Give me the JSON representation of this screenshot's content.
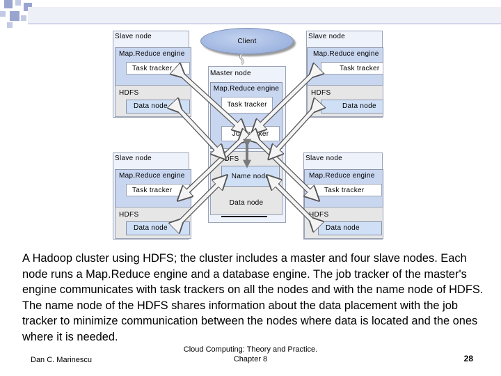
{
  "slide": {
    "page_number": "28"
  },
  "diagram": {
    "client_label": "Client",
    "master": {
      "title": "Master node",
      "engine": "Map.Reduce engine",
      "task_tracker": "Task tracker",
      "job_tracker": "Job tracker",
      "hdfs": "HDFS",
      "name_node": "Name node",
      "data_node": "Data node"
    },
    "slaves": [
      {
        "title": "Slave node",
        "engine": "Map.Reduce engine",
        "task_tracker": "Task tracker",
        "hdfs": "HDFS",
        "data_node": "Data node"
      },
      {
        "title": "Slave node",
        "engine": "Map.Reduce engine",
        "task_tracker": "Task tracker",
        "hdfs": "HDFS",
        "data_node": "Data node"
      },
      {
        "title": "Slave node",
        "engine": "Map.Reduce engine",
        "task_tracker": "Task tracker",
        "hdfs": "HDFS",
        "data_node": "Data node"
      },
      {
        "title": "Slave node",
        "engine": "Map.Reduce engine",
        "task_tracker": "Task tracker",
        "hdfs": "HDFS",
        "data_node": "Data node"
      }
    ]
  },
  "caption": "A Hadoop cluster using HDFS; the cluster includes a master and four slave nodes. Each node runs a Map.Reduce engine and a database engine. The job tracker of the master's engine communicates with task trackers on all the nodes and with the name node of HDFS. The name node of the HDFS shares information about the data placement with the job tracker to minimize communication between the nodes where data is located and the ones where it is needed.",
  "footer": {
    "author": "Dan C. Marinescu",
    "book_line1": "Cloud Computing: Theory and Practice.",
    "book_line2": "Chapter 8"
  }
}
